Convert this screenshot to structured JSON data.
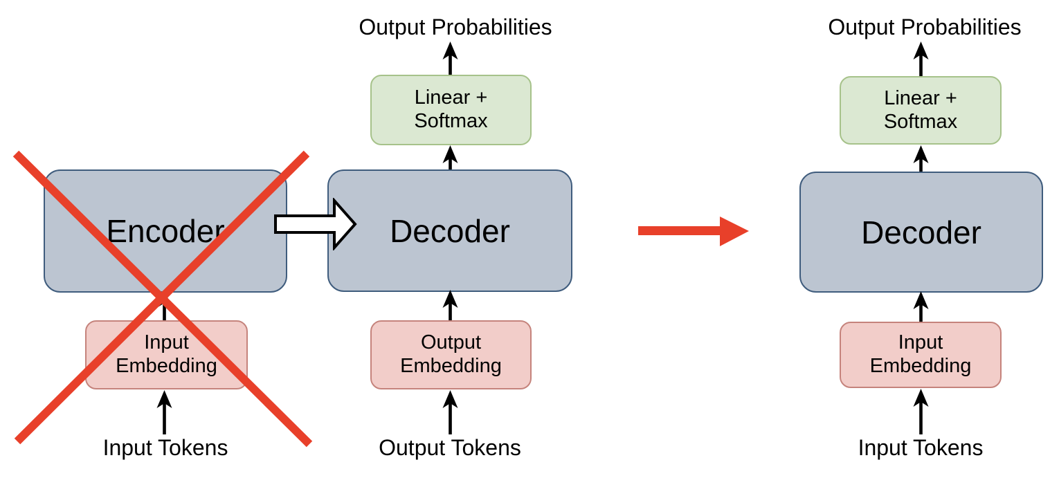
{
  "colors": {
    "blue_fill": "#bcc5d1",
    "blue_border": "#3f5c7d",
    "pink_fill": "#f2cdc9",
    "pink_border": "#c5837c",
    "green_fill": "#dbe8d2",
    "green_border": "#a6c28a",
    "red": "#e8402a",
    "ink": "#000000",
    "canvas_bg": "#ffffff"
  },
  "encoder_branch": {
    "encoder_label": "Encoder",
    "embedding_line1": "Input",
    "embedding_line2": "Embedding",
    "tokens_label": "Input Tokens",
    "cross_icon_name": "red-cross-strikethrough"
  },
  "decoder_branch": {
    "probabilities_label": "Output Probabilities",
    "linear_line1": "Linear +",
    "linear_line2": "Softmax",
    "decoder_label": "Decoder",
    "embedding_line1": "Output",
    "embedding_line2": "Embedding",
    "tokens_label": "Output Tokens"
  },
  "decoder_only": {
    "probabilities_label": "Output Probabilities",
    "linear_line1": "Linear +",
    "linear_line2": "Softmax",
    "decoder_label": "Decoder",
    "embedding_line1": "Input",
    "embedding_line2": "Embedding",
    "tokens_label": "Input Tokens"
  }
}
